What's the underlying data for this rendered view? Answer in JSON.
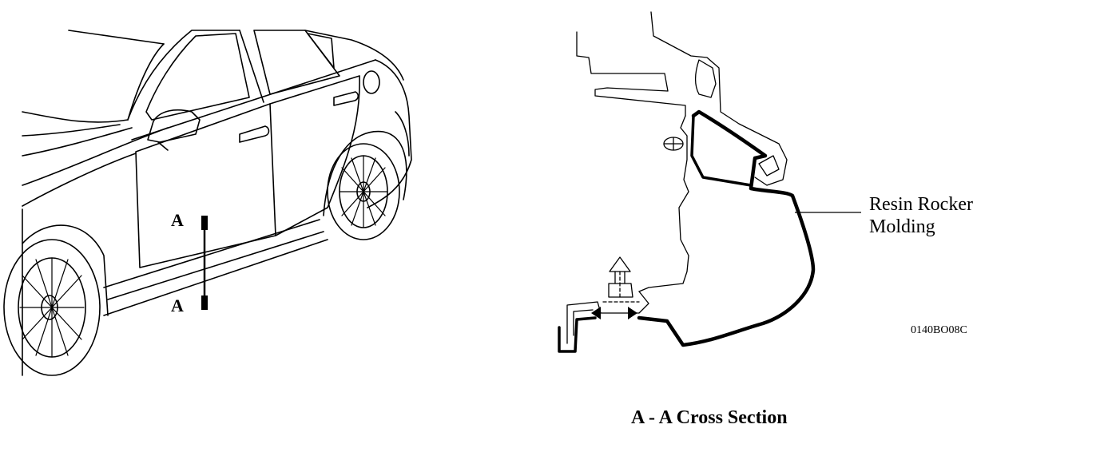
{
  "labels": {
    "section_marker_top": "A",
    "section_marker_bottom": "A",
    "callout": "Resin Rocker Molding",
    "callout_line1": "Resin Rocker",
    "callout_line2": "Molding",
    "figure_code": "0140BO08C",
    "section_title": "A - A Cross Section"
  },
  "colors": {
    "ink": "#000000",
    "background": "#ffffff"
  },
  "icons": {
    "car_view": "sedan-side-perspective-illustration",
    "section_view": "rocker-panel-cross-section-illustration"
  }
}
